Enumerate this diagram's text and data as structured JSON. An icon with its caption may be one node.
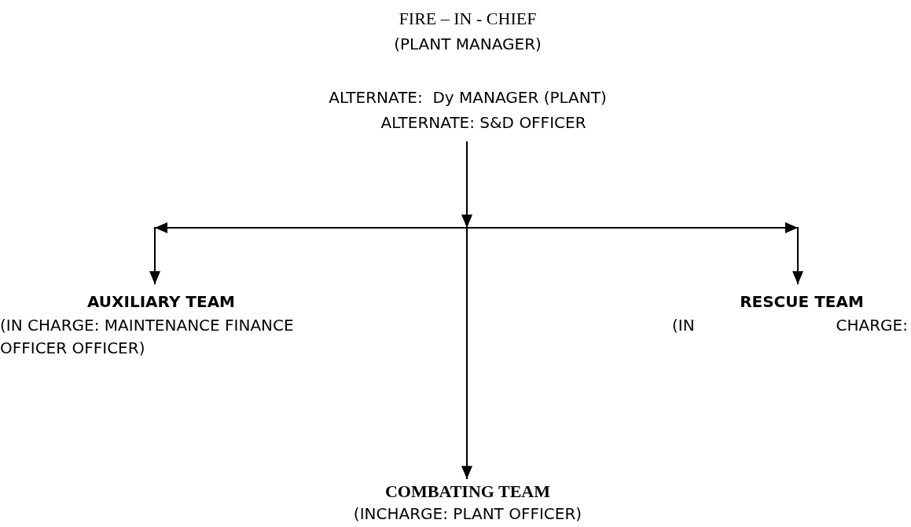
{
  "diagram": {
    "nodes": [
      {
        "text": [
          "FIRE – IN - CHIEF",
          "(PLANT MANAGER)",
          "ALTERNATE:  Dy MANAGER (PLANT)",
          "ALTERNATE: S&D OFFICER"
        ]
      },
      {
        "text": [
          "AUXILIARY TEAM",
          "(IN CHARGE: MAINTENANCE FINANCE OFFICER OFFICER)"
        ]
      },
      {
        "text": [
          "COMBATING TEAM",
          "(INCHARGE: PLANT OFFICER)"
        ]
      },
      {
        "text": [
          "RESCUE TEAM",
          "(IN CHARGE:"
        ]
      }
    ],
    "edges": [
      {
        "from": 0,
        "to": 1,
        "arrow": "to"
      },
      {
        "from": 0,
        "to": 2,
        "arrow": "to"
      },
      {
        "from": 0,
        "to": 3,
        "arrow": "to"
      }
    ]
  }
}
